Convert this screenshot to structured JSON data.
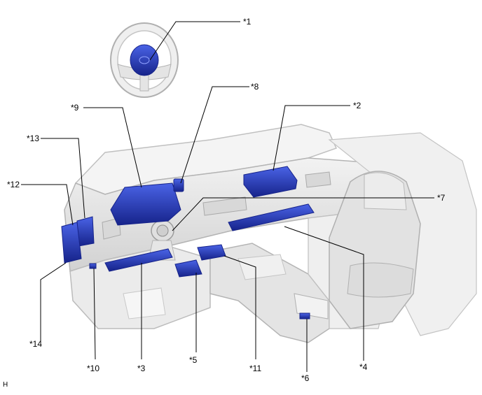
{
  "figure": {
    "callouts": {
      "c1": "*1",
      "c2": "*2",
      "c3": "*3",
      "c4": "*4",
      "c5": "*5",
      "c6": "*6",
      "c7": "*7",
      "c8": "*8",
      "c9": "*9",
      "c10": "*10",
      "c11": "*11",
      "c12": "*12",
      "c13": "*13",
      "c14": "*14"
    },
    "figure_id": "H",
    "colors": {
      "interior": "#e6e6e6",
      "interior_edge": "#b4b4b4",
      "highlight": "#2a3fc0",
      "highlight_dark": "#16238a",
      "leader": "#000000"
    }
  }
}
